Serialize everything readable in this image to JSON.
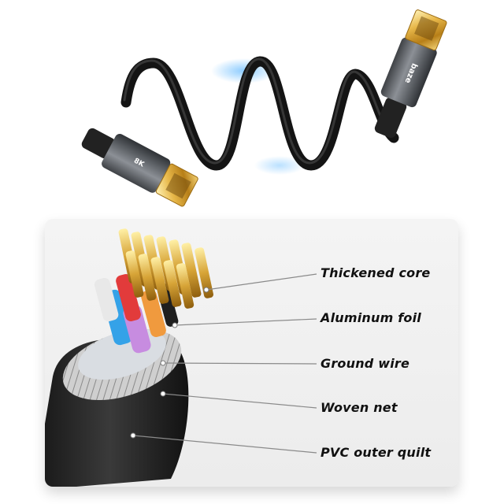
{
  "product": {
    "brand_text": "baze",
    "resolution_badge": "8K"
  },
  "callouts": [
    {
      "label": "Thickened core"
    },
    {
      "label": "Aluminum foil"
    },
    {
      "label": "Ground wire"
    },
    {
      "label": "Woven net"
    },
    {
      "label": "PVC outer quilt"
    }
  ],
  "colors": {
    "connector_gold": "#d9a63a",
    "housing_gray": "#6b6f74",
    "cable_black": "#161616",
    "callout_line": "#8a8a8a"
  }
}
